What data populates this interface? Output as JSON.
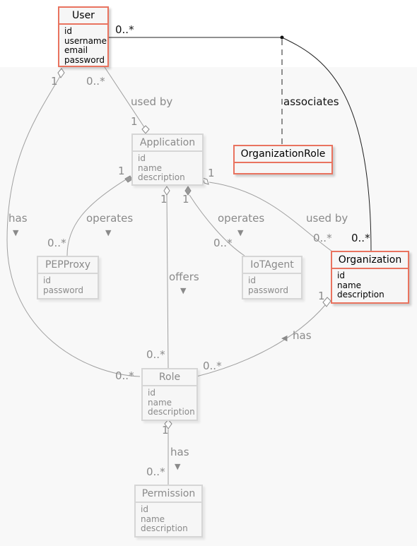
{
  "classes": {
    "user": {
      "name": "User",
      "attrs": [
        "id",
        "username",
        "email",
        "password"
      ]
    },
    "application": {
      "name": "Application",
      "attrs": [
        "id",
        "name",
        "description"
      ]
    },
    "organization_role": {
      "name": "OrganizationRole",
      "attrs": []
    },
    "pep_proxy": {
      "name": "PEPProxy",
      "attrs": [
        "id",
        "password"
      ]
    },
    "iot_agent": {
      "name": "IoTAgent",
      "attrs": [
        "id",
        "password"
      ]
    },
    "organization": {
      "name": "Organization",
      "attrs": [
        "id",
        "name",
        "description"
      ]
    },
    "role": {
      "name": "Role",
      "attrs": [
        "id",
        "name",
        "description"
      ]
    },
    "permission": {
      "name": "Permission",
      "attrs": [
        "id",
        "name",
        "description"
      ]
    }
  },
  "labels": {
    "user_org_mult": "0..*",
    "org_user_mult": "0..*",
    "associates": "associates",
    "user_app_mult_user": "0..*",
    "used_by": "used by",
    "user_app_mult_app": "1",
    "user_role_mult_user": "1",
    "has": "has",
    "app_pep_mult_app": "1",
    "operates": "operates",
    "pep_mult": "0..*",
    "app_role_mult_app": "1",
    "offers": "offers",
    "role_from_app_mult": "0..*",
    "app_iot_mult_app": "1",
    "iot_mult": "0..*",
    "app_org_mult_app": "1",
    "org_from_app_mult": "0..*",
    "org_role_mult_org": "1",
    "has_left": "has",
    "role_from_org_mult": "0..*",
    "role_from_user_mult": "0..*",
    "role_perm_mult_role": "1",
    "perm_mult": "0..*",
    "arrow_down": "▼",
    "arrow_left": "◀"
  },
  "colors": {
    "highlight": "#e9735f",
    "dim": "#d6d6d6",
    "dim_text": "#8a8a8a",
    "line": "#a0a0a0"
  }
}
